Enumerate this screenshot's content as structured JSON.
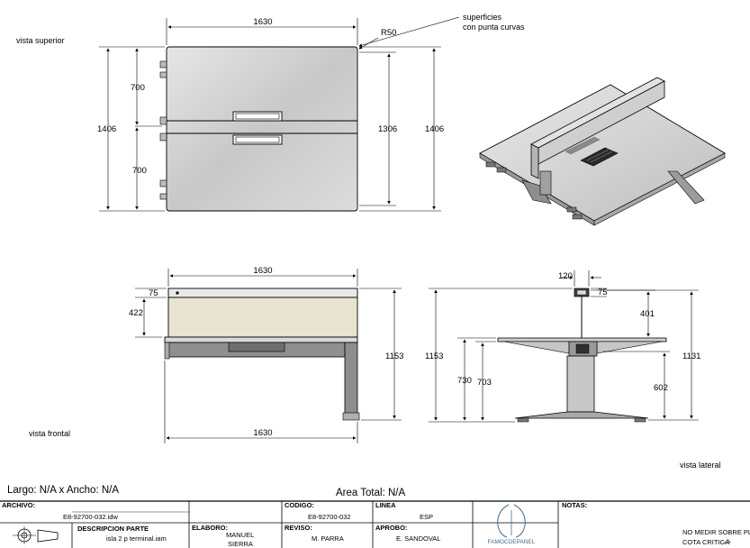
{
  "views": {
    "top": {
      "label": "vista superior",
      "width": "1630",
      "radius": "R50",
      "depth_total": "1406",
      "depth_total_right": "1406",
      "depth_inner": "1306",
      "module_upper": "700",
      "module_lower": "700",
      "note": [
        "superficies",
        "con punta curvas"
      ]
    },
    "front": {
      "label": "vista frontal",
      "width_top": "1630",
      "width_bottom": "1630",
      "panel_offset": "75",
      "panel_height": "422",
      "height_right": "1153"
    },
    "side": {
      "label": "vista lateral",
      "height_left": "1153",
      "top_width": "120",
      "top_offset": "75",
      "panel_height": "401",
      "height_right": "1131",
      "desk_height": "730",
      "desk_height_inner": "703",
      "leg_height": "602"
    }
  },
  "sheet": {
    "size_text": "Largo: N/A x Ancho: N/A",
    "area_text": "Area Total: N/A",
    "archivo_label": "ARCHIVO:",
    "archivo_value": "E8-92700-032.idw",
    "codigo_label": "CODIGO:",
    "codigo_value": "E8-92700-032",
    "linea_label": "LINEA",
    "linea_value": "ESP",
    "descripcion_label": "DESCRIPCION PARTE",
    "descripcion_value": "isla 2 p terminal.iam",
    "elaboro_label": "ELABORO:",
    "elaboro_value": [
      "MANUEL",
      "SIERRA"
    ],
    "reviso_label": "REVISO:",
    "reviso_value": "M. PARRA",
    "aprobo_label": "APROBO:",
    "aprobo_value": "E. SANDOVAL",
    "notas_label": "NOTAS:",
    "logo_text": "FAMOCDEPANEL",
    "note_lines": [
      "NO MEDIR SOBRE PLANO",
      "COTA CRITICA"
    ]
  }
}
